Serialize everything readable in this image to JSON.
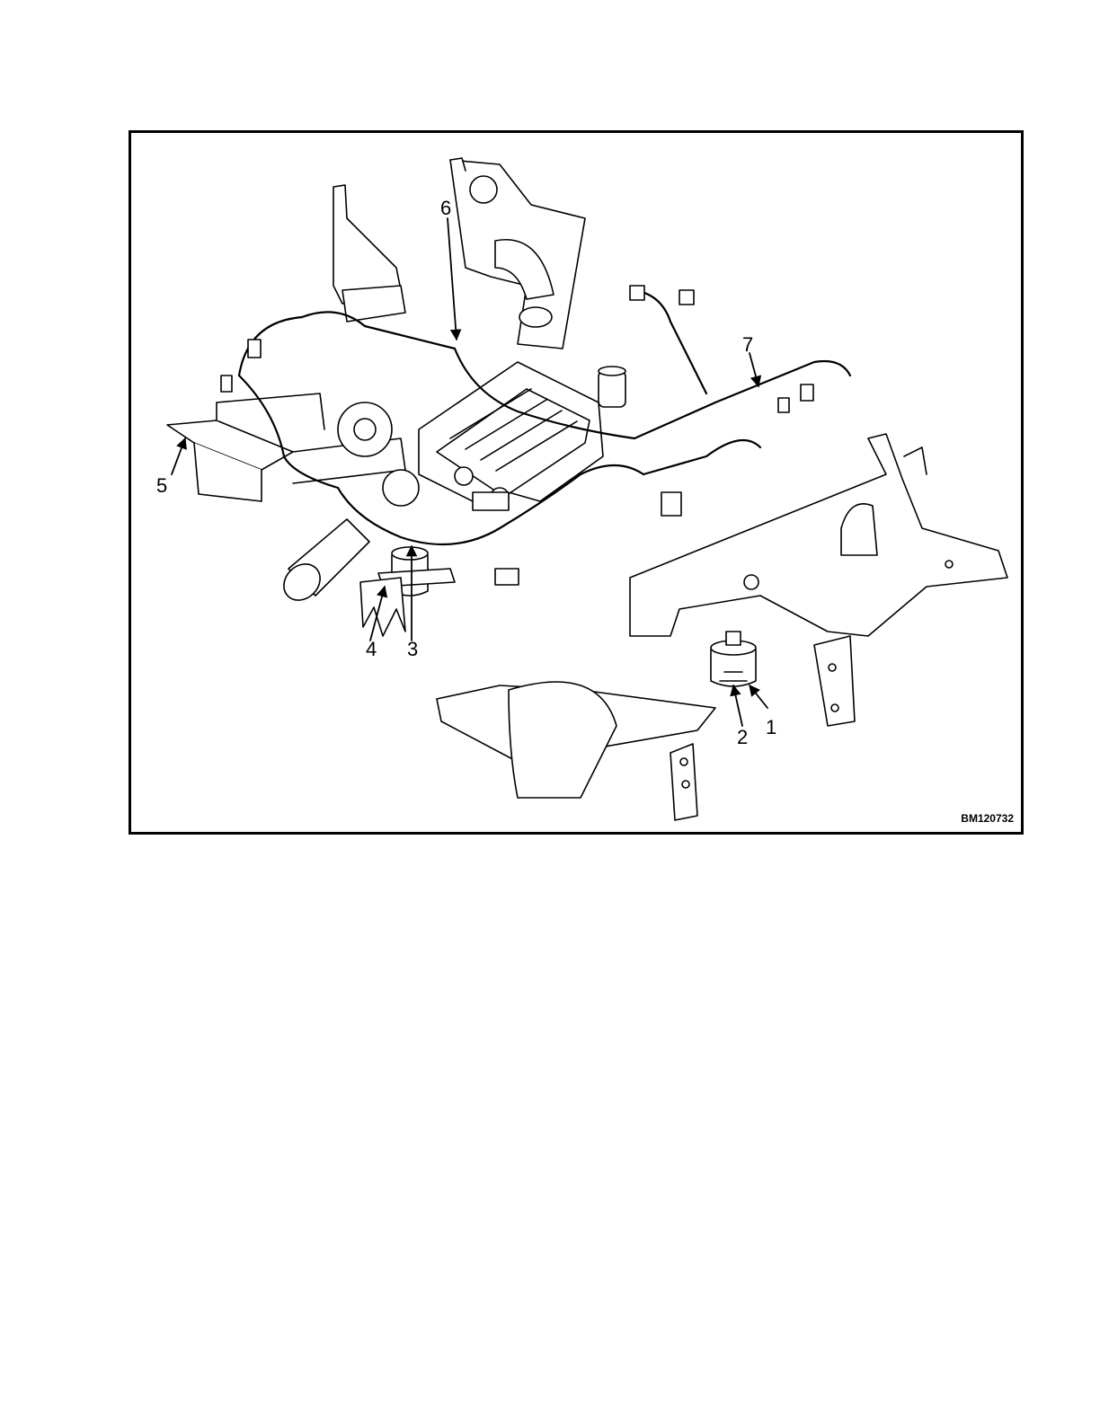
{
  "figure": {
    "callouts": [
      {
        "id": "1",
        "label": "1"
      },
      {
        "id": "2",
        "label": "2"
      },
      {
        "id": "3",
        "label": "3"
      },
      {
        "id": "4",
        "label": "4"
      },
      {
        "id": "5",
        "label": "5"
      },
      {
        "id": "6",
        "label": "6"
      },
      {
        "id": "7",
        "label": "7"
      }
    ],
    "code": "BM120732"
  }
}
